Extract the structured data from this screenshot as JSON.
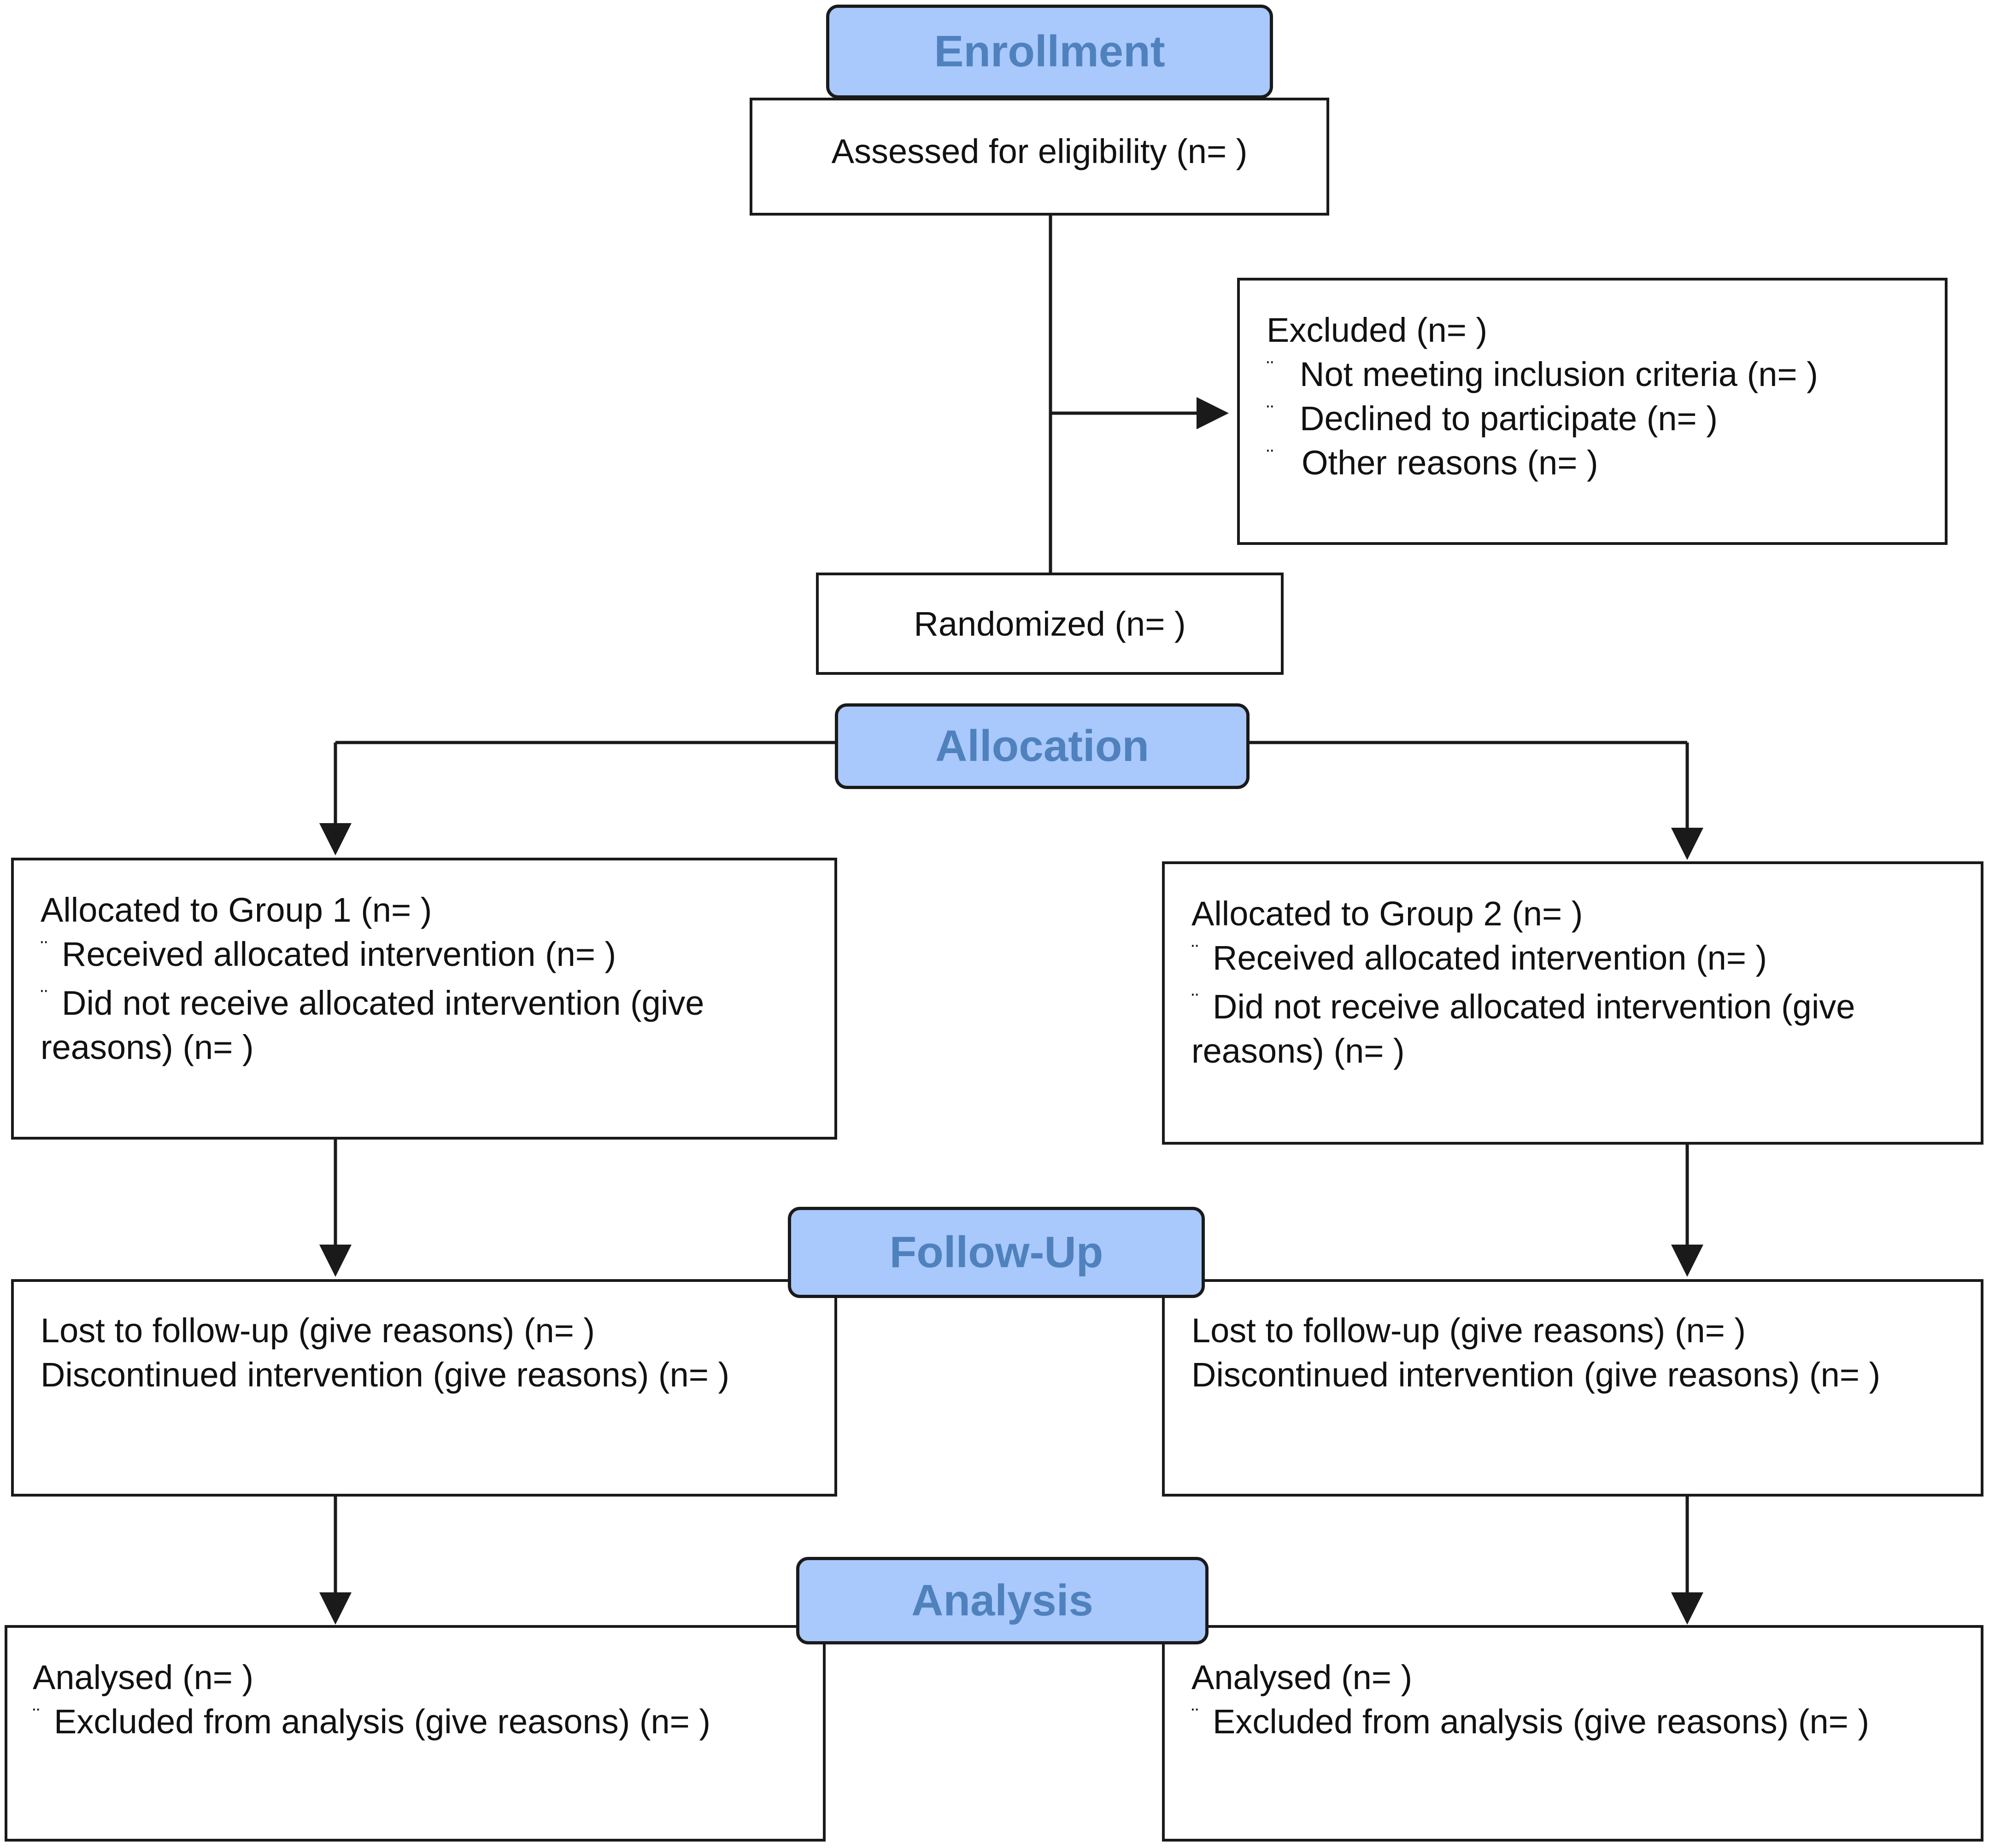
{
  "stages": {
    "enrollment": "Enrollment",
    "allocation": "Allocation",
    "follow_up": "Follow-Up",
    "analysis": "Analysis"
  },
  "bullet": "¨",
  "assessed": "Assessed for eligibility (n=  )",
  "excluded": {
    "title": "Excluded  (n=   )",
    "items": [
      "Not meeting inclusion criteria (n=  )",
      "Declined to participate (n=  )",
      "Other reasons (n=  )"
    ]
  },
  "randomized": "Randomized (n=  )",
  "group1": {
    "allocated": "Allocated to Group 1 (n=  )",
    "received": "Received allocated intervention (n=  )",
    "not_received_a": "Did not receive allocated intervention (give",
    "not_received_b": "reasons) (n=  )",
    "lost": "Lost to follow-up (give reasons) (n=  )",
    "discontinued": "Discontinued intervention (give reasons) (n=  )",
    "analysed": "Analysed  (n=  )",
    "excluded_analysis": "Excluded from analysis (give reasons) (n=  )"
  },
  "group2": {
    "allocated": "Allocated to Group 2 (n=  )",
    "received": "Received allocated intervention (n=  )",
    "not_received_a": "Did not receive allocated intervention (give",
    "not_received_b": "reasons) (n=  )",
    "lost": "Lost to follow-up (give reasons) (n=  )",
    "discontinued": "Discontinued intervention (give reasons) (n=  )",
    "analysed": "Analysed  (n=  )",
    "excluded_analysis": "Excluded from analysis (give reasons) (n=  )"
  }
}
